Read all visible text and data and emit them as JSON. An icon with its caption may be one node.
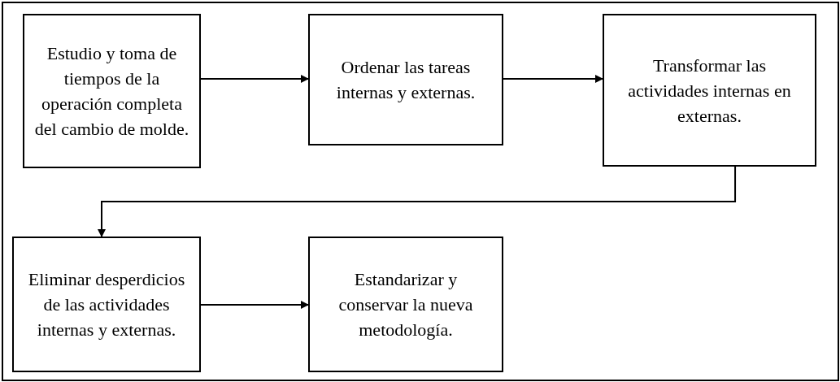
{
  "diagram": {
    "nodes": [
      {
        "text": [
          "Estudio y toma de tiempos de la operación completa del cambio de molde."
        ]
      },
      {
        "text": [
          "Ordenar las tareas internas y externas."
        ]
      },
      {
        "text": [
          "Transformar las actividades internas en externas."
        ]
      },
      {
        "text": [
          "Eliminar desperdicios de las actividades internas y externas."
        ]
      },
      {
        "text": [
          "Estandarizar y conservar la nueva metodología."
        ]
      }
    ],
    "edges": [
      {
        "from": 0,
        "to": 1,
        "arrow": "to"
      },
      {
        "from": 1,
        "to": 2,
        "arrow": "to"
      },
      {
        "from": 2,
        "to": 3,
        "arrow": "to"
      },
      {
        "from": 3,
        "to": 4,
        "arrow": "to"
      }
    ]
  }
}
